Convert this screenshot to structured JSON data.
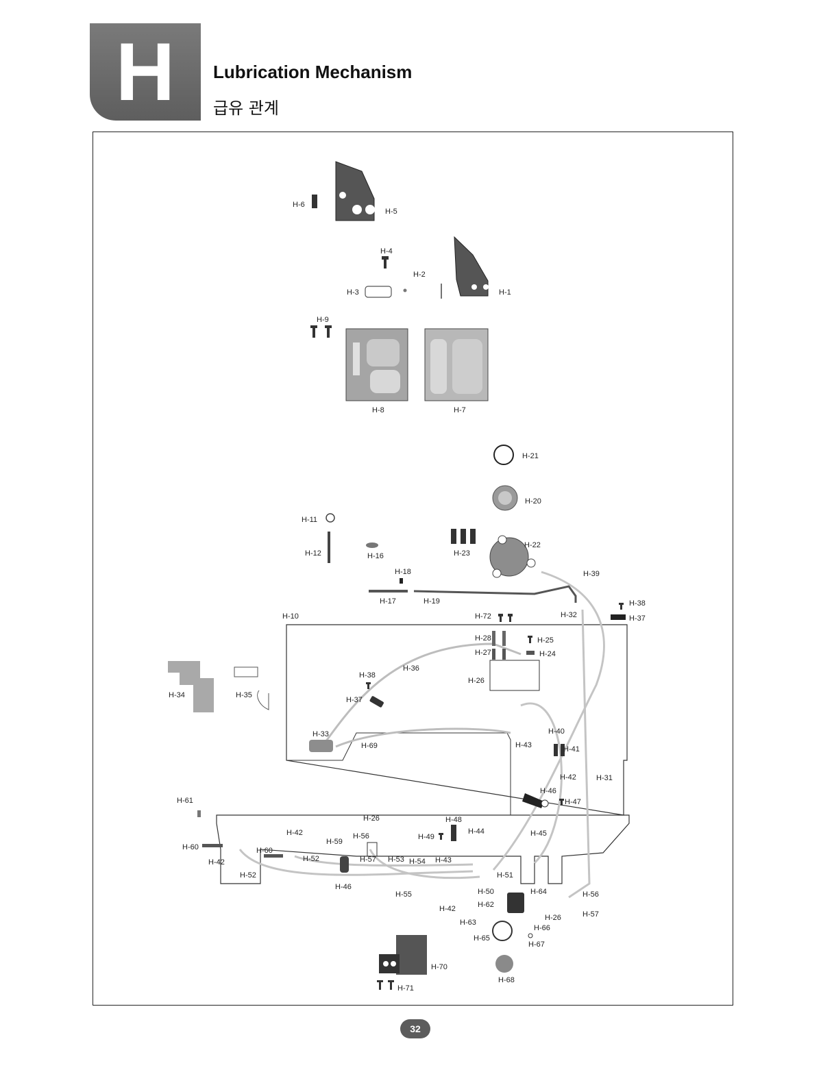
{
  "header": {
    "section_letter": "H",
    "title_en": "Lubrication Mechanism",
    "title_ko": "급유 관계"
  },
  "page_number": "32",
  "parts": {
    "H1": "H-1",
    "H2": "H-2",
    "H3": "H-3",
    "H4": "H-4",
    "H5": "H-5",
    "H6": "H-6",
    "H7": "H-7",
    "H8": "H-8",
    "H9": "H-9",
    "H10": "H-10",
    "H11": "H-11",
    "H12": "H-12",
    "H16": "H-16",
    "H17": "H-17",
    "H18": "H-18",
    "H19": "H-19",
    "H20": "H-20",
    "H21": "H-21",
    "H22": "H-22",
    "H23": "H-23",
    "H24": "H-24",
    "H25": "H-25",
    "H26": "H-26",
    "H27": "H-27",
    "H28": "H-28",
    "H31": "H-31",
    "H32": "H-32",
    "H33": "H-33",
    "H34": "H-34",
    "H35": "H-35",
    "H36": "H-36",
    "H37": "H-37",
    "H38": "H-38",
    "H39": "H-39",
    "H40": "H-40",
    "H41": "H-41",
    "H42": "H-42",
    "H43": "H-43",
    "H44": "H-44",
    "H45": "H-45",
    "H46": "H-46",
    "H47": "H-47",
    "H48": "H-48",
    "H49": "H-49",
    "H50": "H-50",
    "H51": "H-51",
    "H52": "H-52",
    "H53": "H-53",
    "H54": "H-54",
    "H55": "H-55",
    "H56": "H-56",
    "H57": "H-57",
    "H59": "H-59",
    "H60": "H-60",
    "H61": "H-61",
    "H62": "H-62",
    "H63": "H-63",
    "H64": "H-64",
    "H65": "H-65",
    "H66": "H-66",
    "H67": "H-67",
    "H68": "H-68",
    "H69": "H-69",
    "H70": "H-70",
    "H71": "H-71",
    "H72": "H-72"
  },
  "colors": {
    "header_tab": "#6b6b6b",
    "part_fill": "#8c8c8c",
    "part_dark": "#3a3a3a",
    "tube": "#c8c8c8"
  }
}
